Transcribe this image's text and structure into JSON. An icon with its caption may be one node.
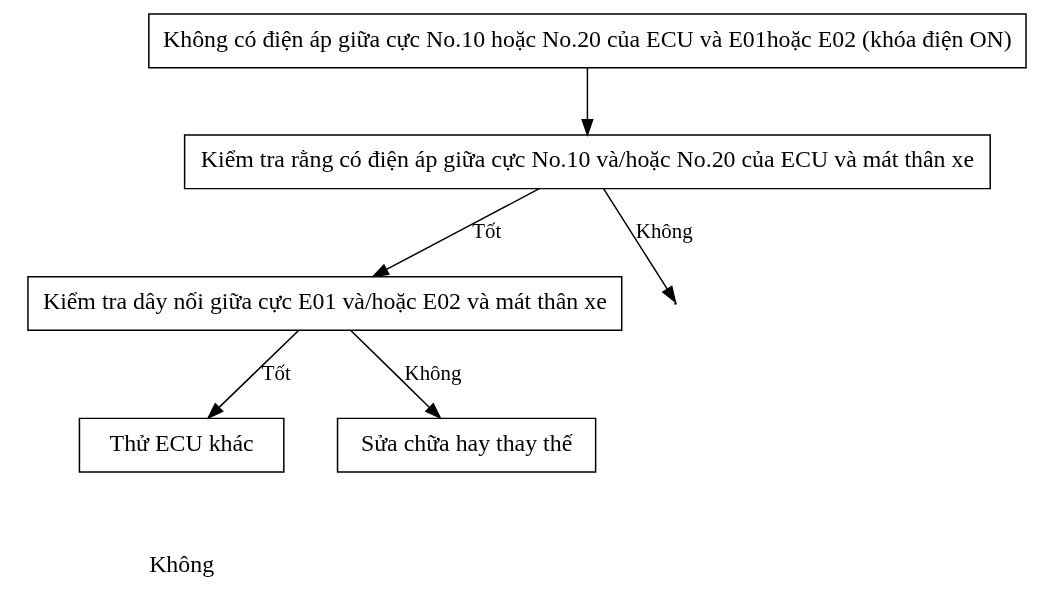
{
  "diagram": {
    "nodes": [
      {
        "text": [
          "Không có điện áp giữa cực No.10 hoặc No.20 của ECU và E01hoặc E02 (khóa điện ON)"
        ]
      },
      {
        "text": [
          "Kiểm tra rằng có điện áp giữa cực No.10 và/hoặc No.20 của ECU và mát thân xe"
        ]
      },
      {
        "text": [
          "Kiểm tra dây nối giữa cực E01 và/hoặc E02 và mát thân xe"
        ]
      },
      {
        "text": [
          "Thử ECU khác"
        ]
      },
      {
        "text": [
          "Sửa chữa hay thay thế"
        ]
      }
    ],
    "edges": [
      {
        "from": 0,
        "to": 1,
        "arrow": "to"
      },
      {
        "from": 1,
        "to": 2,
        "arrow": "to",
        "label": "Tốt"
      },
      {
        "from": 2,
        "to": 3,
        "arrow": "to",
        "label": "Tốt"
      },
      {
        "from": 2,
        "to": 4,
        "arrow": "to",
        "label": "Không"
      },
      {
        "from": 1,
        "to": null,
        "arrow": "to",
        "label": "Không"
      }
    ],
    "labels": [
      "Không"
    ]
  }
}
